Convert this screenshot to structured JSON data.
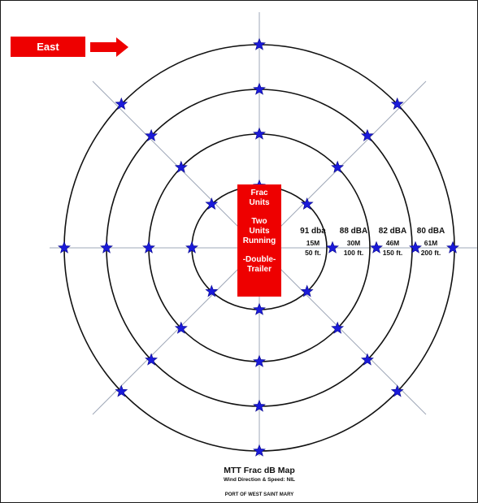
{
  "direction": {
    "label": "East"
  },
  "source": {
    "lines": [
      "Frac",
      "Units",
      "",
      "Two",
      "Units",
      "Running",
      "",
      "-Double-",
      "Trailer"
    ]
  },
  "rings": [
    {
      "db": "91 dba",
      "meters": "15M",
      "feet": "50 ft."
    },
    {
      "db": "88 dBA",
      "meters": "30M",
      "feet": "100 ft."
    },
    {
      "db": "82 dBA",
      "meters": "46M",
      "feet": "150 ft."
    },
    {
      "db": "80 dBA",
      "meters": "61M",
      "feet": "200 ft."
    }
  ],
  "caption": {
    "title": "MTT Frac dB Map",
    "subtitle": "Wind Direction & Speed: NIL",
    "location": "PORT OF WEST SAINT MARY"
  },
  "colors": {
    "source_fill": "#ee0000",
    "marker": "#1a1ad9",
    "ring_stroke": "#111111",
    "axis_stroke": "#9fa8b8"
  },
  "icons": {
    "direction": "right-arrow-icon",
    "marker": "star-icon"
  }
}
